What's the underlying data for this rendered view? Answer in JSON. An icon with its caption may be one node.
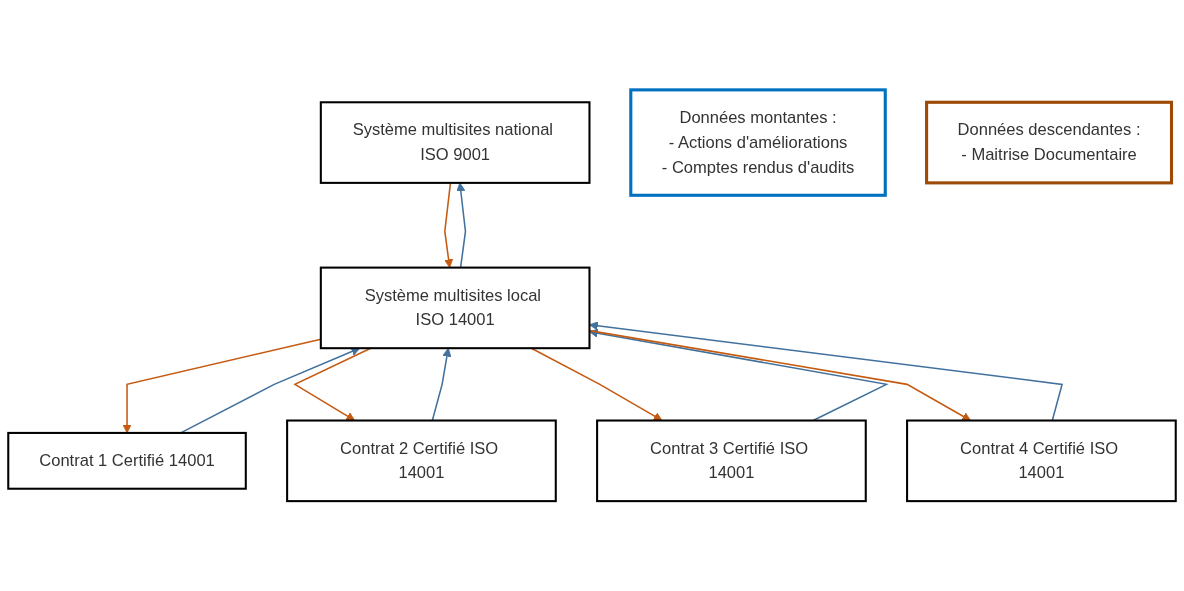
{
  "diagram": {
    "nodes": [
      {
        "text": [
          "Système multisites national ISO 9001"
        ]
      },
      {
        "text": [
          "Système multisites local ISO 14001"
        ]
      },
      {
        "text": [
          "Données montantes :",
          "- Actions d'améliorations",
          "- Comptes rendus d'audits"
        ]
      },
      {
        "text": [
          "Données descendantes :",
          "- Maitrise Documentaire"
        ]
      },
      {
        "text": [
          "Contrat 1 Certifié 14001"
        ]
      },
      {
        "text": [
          "Contrat 2 Certifié ISO 14001"
        ]
      },
      {
        "text": [
          "Contrat 3 Certifié ISO 14001"
        ]
      },
      {
        "text": [
          "Contrat 4 Certifié ISO 14001"
        ]
      }
    ],
    "edges": [
      {
        "from": 1,
        "to": 0,
        "arrow": "to",
        "color": "#41719c"
      },
      {
        "from": 0,
        "to": 1,
        "arrow": "to",
        "color": "#c55a11"
      },
      {
        "from": 4,
        "to": 1,
        "arrow": "to",
        "color": "#41719c"
      },
      {
        "from": 1,
        "to": 4,
        "arrow": "to",
        "color": "#c55a11"
      },
      {
        "from": 5,
        "to": 1,
        "arrow": "to",
        "color": "#41719c"
      },
      {
        "from": 1,
        "to": 5,
        "arrow": "to",
        "color": "#c55a11"
      },
      {
        "from": 6,
        "to": 1,
        "arrow": "to",
        "color": "#41719c"
      },
      {
        "from": 1,
        "to": 6,
        "arrow": "to",
        "color": "#c55a11"
      },
      {
        "from": 7,
        "to": 1,
        "arrow": "to",
        "color": "#41719c"
      },
      {
        "from": 1,
        "to": 7,
        "arrow": "to",
        "color": "#c55a11"
      }
    ]
  }
}
